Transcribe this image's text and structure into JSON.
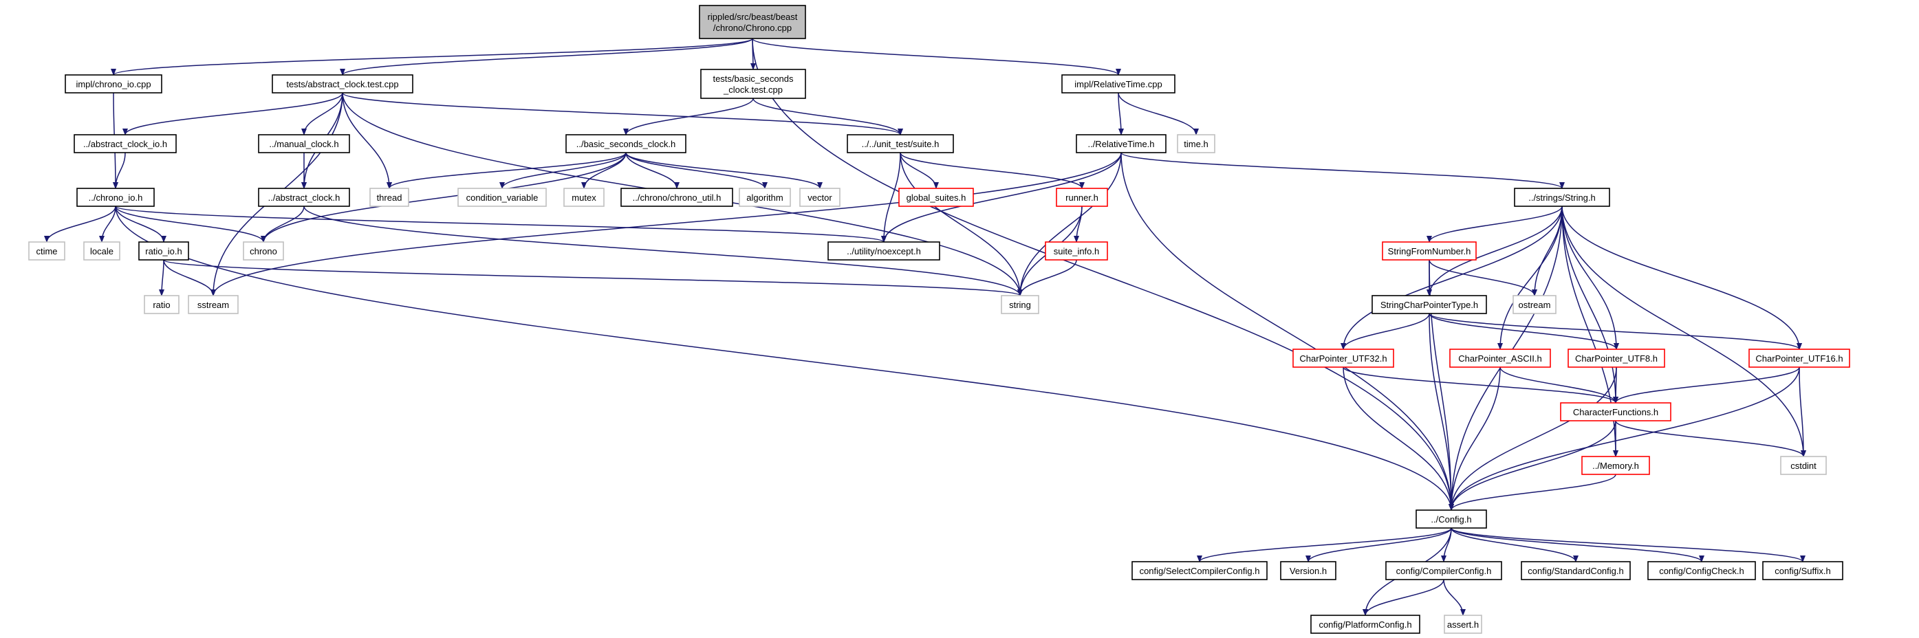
{
  "colors": {
    "edge": "#191970",
    "root_fill": "#bfbfbf",
    "documented_border": "#000000",
    "missing_border": "#bfbfbf",
    "partial_border": "#ff0000",
    "text": "#000000"
  },
  "nodes": [
    {
      "id": "root",
      "lines": [
        "rippled/src/beast/beast",
        "/chrono/Chrono.cpp"
      ],
      "kind": "root"
    },
    {
      "id": "chrono_io_cpp",
      "lines": [
        "impl/chrono_io.cpp"
      ],
      "kind": "documented"
    },
    {
      "id": "abstract_clock_test",
      "lines": [
        "tests/abstract_clock.test.cpp"
      ],
      "kind": "documented"
    },
    {
      "id": "basic_seconds_test",
      "lines": [
        "tests/basic_seconds",
        "_clock.test.cpp"
      ],
      "kind": "documented"
    },
    {
      "id": "relativetime_cpp",
      "lines": [
        "impl/RelativeTime.cpp"
      ],
      "kind": "documented"
    },
    {
      "id": "abstract_clock_io_h",
      "lines": [
        "../abstract_clock_io.h"
      ],
      "kind": "documented"
    },
    {
      "id": "manual_clock_h",
      "lines": [
        "../manual_clock.h"
      ],
      "kind": "documented"
    },
    {
      "id": "basic_seconds_clock_h",
      "lines": [
        "../basic_seconds_clock.h"
      ],
      "kind": "documented"
    },
    {
      "id": "suite_h",
      "lines": [
        "../../unit_test/suite.h"
      ],
      "kind": "documented"
    },
    {
      "id": "relativetime_h",
      "lines": [
        "../RelativeTime.h"
      ],
      "kind": "documented"
    },
    {
      "id": "time_h",
      "lines": [
        "time.h"
      ],
      "kind": "missing"
    },
    {
      "id": "chrono_io_h",
      "lines": [
        "../chrono_io.h"
      ],
      "kind": "documented"
    },
    {
      "id": "abstract_clock_h",
      "lines": [
        "../abstract_clock.h"
      ],
      "kind": "documented"
    },
    {
      "id": "thread",
      "lines": [
        "thread"
      ],
      "kind": "missing"
    },
    {
      "id": "condition_variable",
      "lines": [
        "condition_variable"
      ],
      "kind": "missing"
    },
    {
      "id": "mutex",
      "lines": [
        "mutex"
      ],
      "kind": "missing"
    },
    {
      "id": "chrono_util_h",
      "lines": [
        "../chrono/chrono_util.h"
      ],
      "kind": "documented"
    },
    {
      "id": "algorithm",
      "lines": [
        "algorithm"
      ],
      "kind": "missing"
    },
    {
      "id": "vector",
      "lines": [
        "vector"
      ],
      "kind": "missing"
    },
    {
      "id": "global_suites_h",
      "lines": [
        "global_suites.h"
      ],
      "kind": "partial"
    },
    {
      "id": "runner_h",
      "lines": [
        "runner.h"
      ],
      "kind": "partial"
    },
    {
      "id": "strings_string_h",
      "lines": [
        "../strings/String.h"
      ],
      "kind": "documented"
    },
    {
      "id": "ctime",
      "lines": [
        "ctime"
      ],
      "kind": "missing"
    },
    {
      "id": "locale",
      "lines": [
        "locale"
      ],
      "kind": "missing"
    },
    {
      "id": "ratio_io_h",
      "lines": [
        "ratio_io.h"
      ],
      "kind": "documented"
    },
    {
      "id": "chrono",
      "lines": [
        "chrono"
      ],
      "kind": "missing"
    },
    {
      "id": "noexcept_h",
      "lines": [
        "../utility/noexcept.h"
      ],
      "kind": "documented"
    },
    {
      "id": "suite_info_h",
      "lines": [
        "suite_info.h"
      ],
      "kind": "partial"
    },
    {
      "id": "ratio",
      "lines": [
        "ratio"
      ],
      "kind": "missing"
    },
    {
      "id": "sstream",
      "lines": [
        "sstream"
      ],
      "kind": "missing"
    },
    {
      "id": "string",
      "lines": [
        "string"
      ],
      "kind": "missing"
    },
    {
      "id": "stringfromnumber_h",
      "lines": [
        "StringFromNumber.h"
      ],
      "kind": "partial"
    },
    {
      "id": "ostream",
      "lines": [
        "ostream"
      ],
      "kind": "missing"
    },
    {
      "id": "stringcharpointertype_h",
      "lines": [
        "StringCharPointerType.h"
      ],
      "kind": "documented"
    },
    {
      "id": "charpointer_utf32_h",
      "lines": [
        "CharPointer_UTF32.h"
      ],
      "kind": "partial"
    },
    {
      "id": "charpointer_ascii_h",
      "lines": [
        "CharPointer_ASCII.h"
      ],
      "kind": "partial"
    },
    {
      "id": "charpointer_utf8_h",
      "lines": [
        "CharPointer_UTF8.h"
      ],
      "kind": "partial"
    },
    {
      "id": "charpointer_utf16_h",
      "lines": [
        "CharPointer_UTF16.h"
      ],
      "kind": "partial"
    },
    {
      "id": "characterfunctions_h",
      "lines": [
        "CharacterFunctions.h"
      ],
      "kind": "partial"
    },
    {
      "id": "memory_h",
      "lines": [
        "../Memory.h"
      ],
      "kind": "partial"
    },
    {
      "id": "cstdint",
      "lines": [
        "cstdint"
      ],
      "kind": "missing"
    },
    {
      "id": "config_h",
      "lines": [
        "../Config.h"
      ],
      "kind": "documented"
    },
    {
      "id": "selectcompilerconfig_h",
      "lines": [
        "config/SelectCompilerConfig.h"
      ],
      "kind": "documented"
    },
    {
      "id": "version_h",
      "lines": [
        "Version.h"
      ],
      "kind": "documented"
    },
    {
      "id": "compilerconfig_h",
      "lines": [
        "config/CompilerConfig.h"
      ],
      "kind": "documented"
    },
    {
      "id": "standardconfig_h",
      "lines": [
        "config/StandardConfig.h"
      ],
      "kind": "documented"
    },
    {
      "id": "configcheck_h",
      "lines": [
        "config/ConfigCheck.h"
      ],
      "kind": "documented"
    },
    {
      "id": "suffix_h",
      "lines": [
        "config/Suffix.h"
      ],
      "kind": "documented"
    },
    {
      "id": "platformconfig_h",
      "lines": [
        "config/PlatformConfig.h"
      ],
      "kind": "documented"
    },
    {
      "id": "assert_h",
      "lines": [
        "assert.h"
      ],
      "kind": "missing"
    }
  ]
}
